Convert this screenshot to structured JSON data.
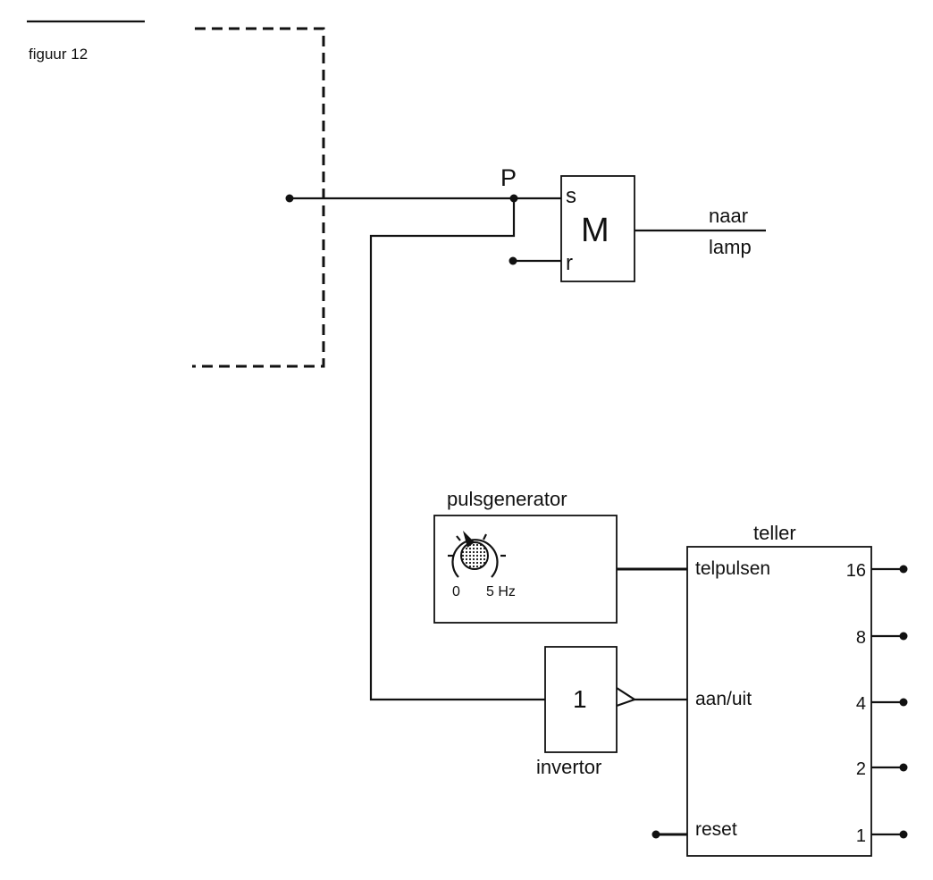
{
  "figure": {
    "caption": "figuur 12"
  },
  "memory": {
    "label": "M",
    "set_input": "s",
    "reset_input": "r",
    "point_label": "P"
  },
  "output": {
    "line1": "naar",
    "line2": "lamp"
  },
  "pulsgenerator": {
    "title": "pulsgenerator",
    "dial_min": "0",
    "dial_max": "5 Hz"
  },
  "invertor": {
    "symbol": "1",
    "title": "invertor"
  },
  "teller": {
    "title": "teller",
    "inputs": [
      "telpulsen",
      "aan/uit",
      "reset"
    ],
    "outputs": [
      "16",
      "8",
      "4",
      "2",
      "1"
    ]
  }
}
